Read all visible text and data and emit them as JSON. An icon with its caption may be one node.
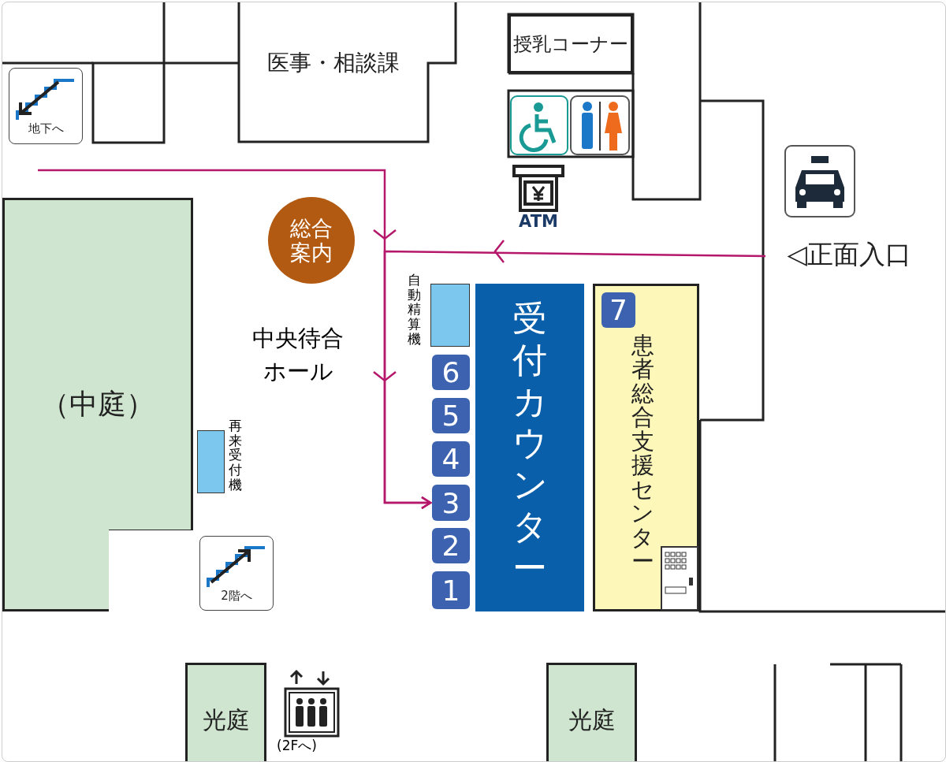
{
  "diagram": {
    "nodes": [
      {
        "text": [
          "授乳コーナー"
        ]
      },
      {
        "text": [
          "医事・相談課"
        ]
      },
      {
        "text": [
          "地下へ"
        ]
      },
      {
        "text": [
          "ATM"
        ]
      },
      {
        "text": [
          "総合案内"
        ]
      },
      {
        "text": [
          "◁正面入口"
        ]
      },
      {
        "text": [],
        "shape": "box",
        "beside": [
          "自動精算機"
        ]
      },
      {
        "text": [
          "受付カウンター"
        ]
      },
      {
        "text": [
          "患者総合支援センター"
        ]
      },
      {
        "text": [
          "7"
        ],
        "in": 8
      },
      {
        "text": [
          "（中庭）"
        ]
      },
      {
        "text": [
          "6"
        ]
      },
      {
        "text": [
          "5"
        ]
      },
      {
        "text": [
          "4"
        ]
      },
      {
        "text": [],
        "shape": "box",
        "beside": [
          "再来受付機"
        ]
      },
      {
        "text": [
          "3"
        ]
      },
      {
        "text": [
          "2"
        ]
      },
      {
        "text": [
          "2階へ"
        ]
      },
      {
        "text": [
          "1"
        ]
      },
      {
        "text": [
          "光庭"
        ]
      },
      {
        "text": [],
        "shape": "picture",
        "beside": [
          "(2Fへ)"
        ]
      },
      {
        "text": [
          "光庭"
        ]
      }
    ],
    "edges": [
      {
        "from": null,
        "to": 15,
        "arrow": "to"
      },
      {
        "from": 5,
        "to": 15,
        "arrow": "to"
      }
    ],
    "labels": [
      "中央待合ホール"
    ]
  }
}
